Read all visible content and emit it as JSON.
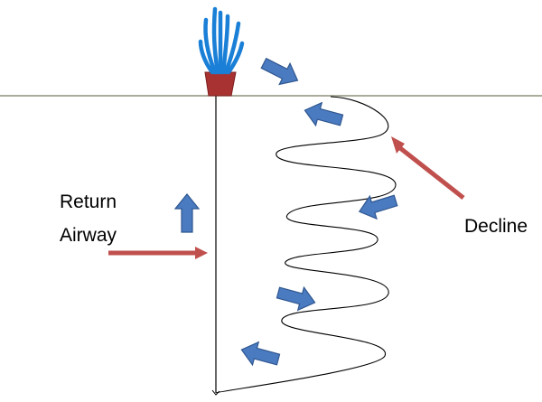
{
  "labels": {
    "return_airway_line1": "Return",
    "return_airway_line2": "Airway",
    "decline": "Decline"
  },
  "icons": {
    "surface_fan": "fan-icon",
    "flow_arrow": "flow-arrow-icon",
    "pointer_arrow": "pointer-arrow-icon"
  },
  "colors": {
    "ground_line": "#7b7a60",
    "shaft_line": "#000000",
    "flow_arrow_fill": "#4a7bc1",
    "flow_arrow_stroke": "#2f568f",
    "pointer_arrow": "#c0504d",
    "fan_blades": "#1a7fd6",
    "fan_pot": "#a83232"
  }
}
